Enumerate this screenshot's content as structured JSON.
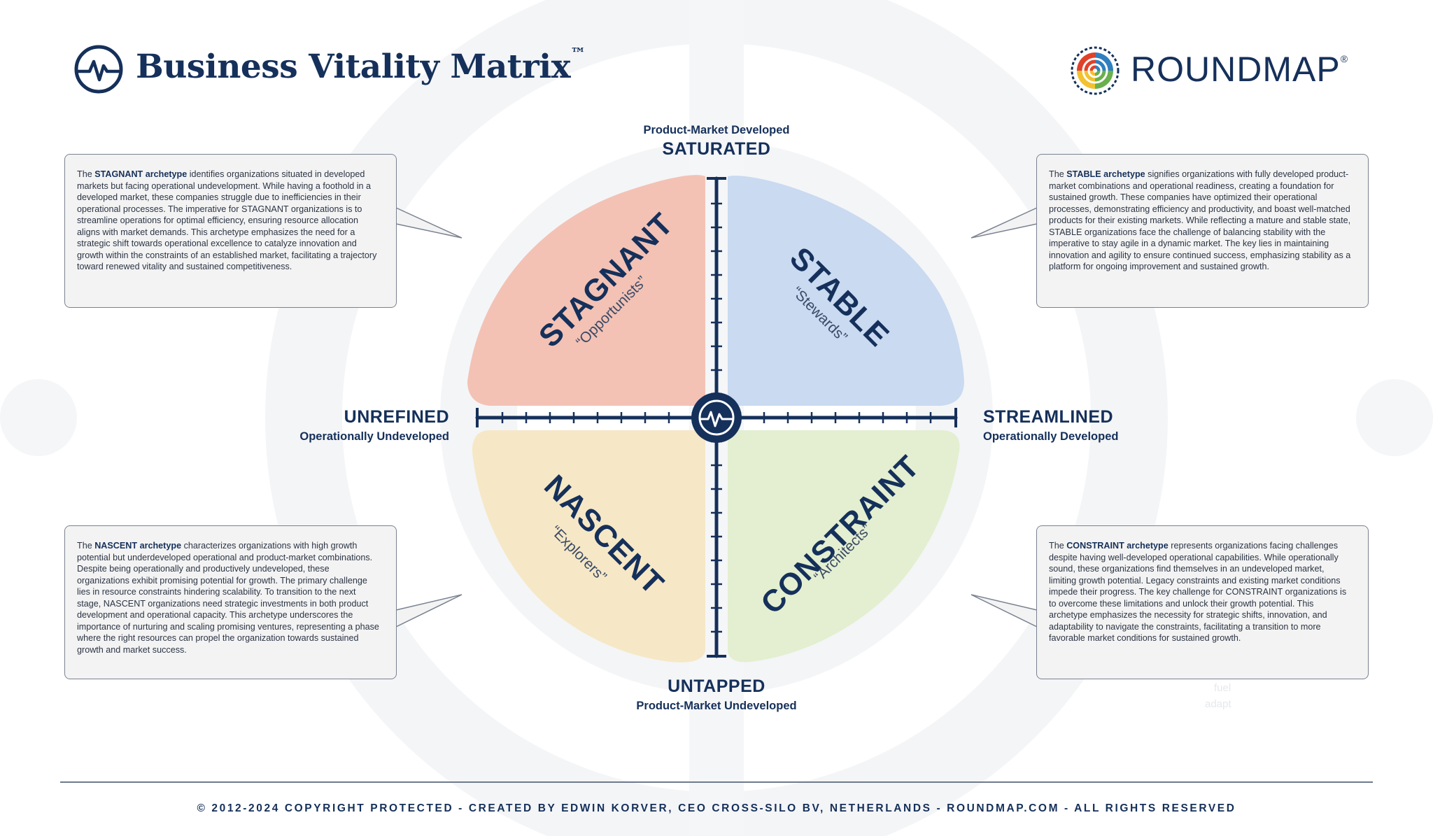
{
  "header": {
    "title": "Business Vitality Matrix",
    "trademark": "™",
    "logo_word": "ROUNDMAP",
    "registered": "®"
  },
  "axes": {
    "top_sub": "Product-Market Developed",
    "top_main": "SATURATED",
    "bottom_main": "UNTAPPED",
    "bottom_sub": "Product-Market Undeveloped",
    "left_main": "UNREFINED",
    "left_sub": "Operationally Undeveloped",
    "right_main": "STREAMLINED",
    "right_sub": "Operationally Developed"
  },
  "quadrants": {
    "stagnant": {
      "name": "STAGNANT",
      "sub": "“Opportunists”",
      "color": "#f3c2b5"
    },
    "stable": {
      "name": "STABLE",
      "sub": "“Stewards”",
      "color": "#c9daf1"
    },
    "nascent": {
      "name": "NASCENT",
      "sub": "“Explorers”",
      "color": "#f6e8c6"
    },
    "constraint": {
      "name": "CONSTRAINT",
      "sub": "“Architects”",
      "color": "#e3efd0"
    }
  },
  "descriptions": {
    "stagnant": {
      "intro": "The ",
      "term": "STAGNANT archetype",
      "body": " identifies organizations situated in developed markets but facing operational undevelopment. While having a foothold in a developed market, these companies struggle due to inefficiencies in their operational processes. The imperative for STAGNANT organizations is to streamline operations for optimal efficiency, ensuring resource allocation aligns with market demands. This archetype emphasizes the need for a strategic shift towards operational excellence to catalyze innovation and growth within the constraints of an established market, facilitating a trajectory toward renewed vitality and sustained competitiveness."
    },
    "stable": {
      "intro": "The ",
      "term": "STABLE archetype",
      "body": " signifies organizations with fully developed product-market combinations and operational readiness, creating a foundation for sustained growth. These companies have optimized their operational processes, demonstrating efficiency and productivity, and boast well-matched products for their existing markets. While reflecting a mature and stable state, STABLE organizations face the challenge of balancing stability with the imperative to stay agile in a dynamic market. The key lies in maintaining innovation and agility to ensure continued success, emphasizing stability as a platform for ongoing improvement and sustained growth."
    },
    "nascent": {
      "intro": "The ",
      "term": "NASCENT archetype",
      "body": " characterizes organizations with high growth potential but underdeveloped operational and product-market combinations. Despite being operationally and productively undeveloped, these organizations exhibit promising potential for growth. The primary challenge lies in resource constraints hindering scalability. To transition to the next stage, NASCENT organizations need strategic investments in both product development and operational capacity. This archetype underscores the importance of nurturing and scaling promising ventures, representing a phase where the right resources can propel the organization towards sustained growth and market success."
    },
    "constraint": {
      "intro": "The ",
      "term": "CONSTRAINT archetype",
      "body": " represents organizations facing challenges despite having well-developed operational capabilities. While operationally sound, these organizations find themselves in an undeveloped market, limiting growth potential. Legacy constraints and existing market conditions impede their progress. The key challenge for CONSTRAINT organizations is to overcome these limitations and unlock their growth potential. This archetype emphasizes the necessity for strategic shifts, innovation, and adaptability to navigate the constraints, facilitating a transition to more favorable market conditions for sustained growth."
    }
  },
  "ghost_text": [
    "fuel",
    "adapt"
  ],
  "footer": "© 2012-2024 COPYRIGHT PROTECTED - CREATED BY EDWIN KORVER, CEO CROSS-SILO BV, NETHERLANDS - ROUNDMAP.COM - ALL RIGHTS RESERVED",
  "colors": {
    "navy": "#15305a",
    "panel": "#f3f3f3"
  }
}
